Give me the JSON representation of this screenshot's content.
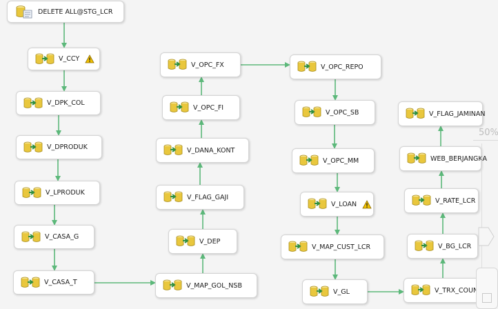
{
  "tasks": [
    {
      "id": "delete_all",
      "label": "DELETE ALL@STG_LCR",
      "icon": "sql-task-icon"
    },
    {
      "id": "v_ccy",
      "label": "V_CCY",
      "icon": "data-flow-icon",
      "warning": true
    },
    {
      "id": "v_dpk_col",
      "label": "V_DPK_COL",
      "icon": "data-flow-icon"
    },
    {
      "id": "v_dproduk",
      "label": "V_DPRODUK",
      "icon": "data-flow-icon"
    },
    {
      "id": "v_lproduk",
      "label": "V_LPRODUK",
      "icon": "data-flow-icon"
    },
    {
      "id": "v_casa_g",
      "label": "V_CASA_G",
      "icon": "data-flow-icon"
    },
    {
      "id": "v_casa_t",
      "label": "V_CASA_T",
      "icon": "data-flow-icon"
    },
    {
      "id": "v_map_gol_nsb",
      "label": "V_MAP_GOL_NSB",
      "icon": "data-flow-icon"
    },
    {
      "id": "v_dep",
      "label": "V_DEP",
      "icon": "data-flow-icon"
    },
    {
      "id": "v_flag_gaji",
      "label": "V_FLAG_GAJI",
      "icon": "data-flow-icon"
    },
    {
      "id": "v_dana_kont",
      "label": "V_DANA_KONT",
      "icon": "data-flow-icon"
    },
    {
      "id": "v_opc_fi",
      "label": "V_OPC_FI",
      "icon": "data-flow-icon"
    },
    {
      "id": "v_opc_fx",
      "label": "V_OPC_FX",
      "icon": "data-flow-icon"
    },
    {
      "id": "v_opc_repo",
      "label": "V_OPC_REPO",
      "icon": "data-flow-icon"
    },
    {
      "id": "v_opc_sb",
      "label": "V_OPC_SB",
      "icon": "data-flow-icon"
    },
    {
      "id": "v_opc_mm",
      "label": "V_OPC_MM",
      "icon": "data-flow-icon"
    },
    {
      "id": "v_loan",
      "label": "V_LOAN",
      "icon": "data-flow-icon",
      "warning": true
    },
    {
      "id": "v_map_cust_lcr",
      "label": "V_MAP_CUST_LCR",
      "icon": "data-flow-icon"
    },
    {
      "id": "v_gl",
      "label": "V_GL",
      "icon": "data-flow-icon"
    },
    {
      "id": "v_trx_count",
      "label": "V_TRX_COUNT",
      "icon": "data-flow-icon"
    },
    {
      "id": "v_bg_lcr",
      "label": "V_BG_LCR",
      "icon": "data-flow-icon"
    },
    {
      "id": "v_rate_lcr",
      "label": "V_RATE_LCR",
      "icon": "data-flow-icon"
    },
    {
      "id": "web_berjangka",
      "label": "WEB_BERJANGKA",
      "icon": "data-flow-icon"
    },
    {
      "id": "v_flag_jaminan",
      "label": "V_FLAG_JAMINAN",
      "icon": "data-flow-icon"
    }
  ],
  "connectors": [
    [
      "delete_all",
      "v_ccy"
    ],
    [
      "v_ccy",
      "v_dpk_col"
    ],
    [
      "v_dpk_col",
      "v_dproduk"
    ],
    [
      "v_dproduk",
      "v_lproduk"
    ],
    [
      "v_lproduk",
      "v_casa_g"
    ],
    [
      "v_casa_g",
      "v_casa_t"
    ],
    [
      "v_casa_t",
      "v_map_gol_nsb"
    ],
    [
      "v_map_gol_nsb",
      "v_dep"
    ],
    [
      "v_dep",
      "v_flag_gaji"
    ],
    [
      "v_flag_gaji",
      "v_dana_kont"
    ],
    [
      "v_dana_kont",
      "v_opc_fi"
    ],
    [
      "v_opc_fi",
      "v_opc_fx"
    ],
    [
      "v_opc_fx",
      "v_opc_repo"
    ],
    [
      "v_opc_repo",
      "v_opc_sb"
    ],
    [
      "v_opc_sb",
      "v_opc_mm"
    ],
    [
      "v_opc_mm",
      "v_loan"
    ],
    [
      "v_loan",
      "v_map_cust_lcr"
    ],
    [
      "v_map_cust_lcr",
      "v_gl"
    ],
    [
      "v_gl",
      "v_trx_count"
    ],
    [
      "v_trx_count",
      "v_bg_lcr"
    ],
    [
      "v_bg_lcr",
      "v_rate_lcr"
    ],
    [
      "v_rate_lcr",
      "web_berjangka"
    ],
    [
      "web_berjangka",
      "v_flag_jaminan"
    ]
  ],
  "zoom": {
    "level": "50%"
  },
  "colors": {
    "connector": "#5cb87a",
    "warning": "#f2c200",
    "task_border": "#d4d4d4"
  }
}
